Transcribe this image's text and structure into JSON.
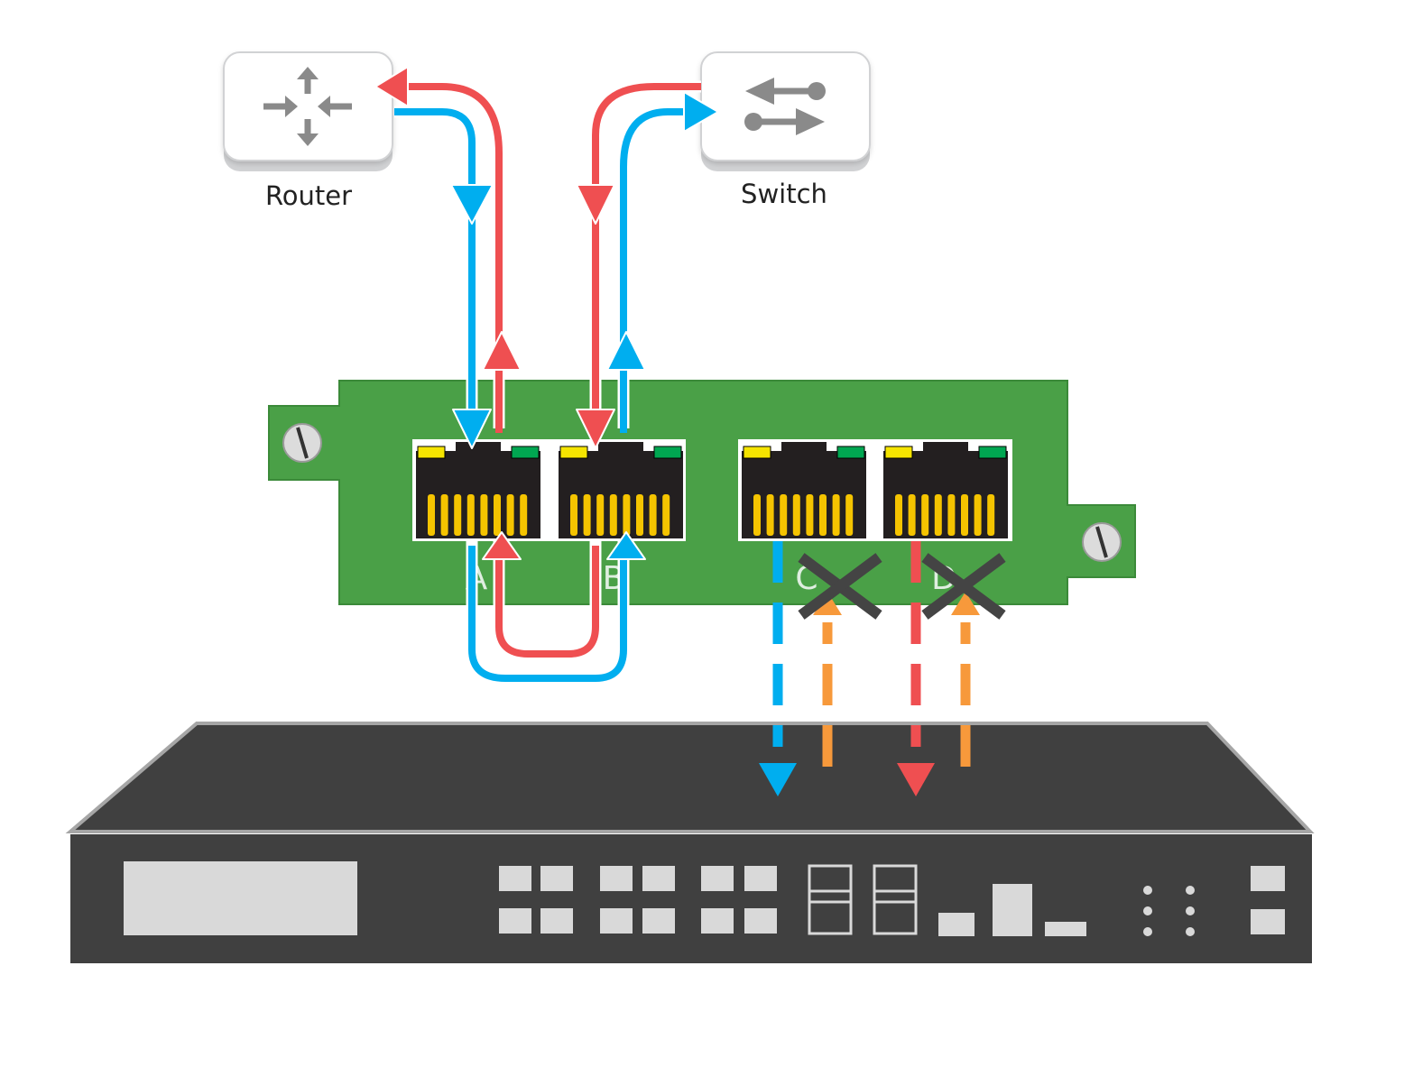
{
  "devices": {
    "router": {
      "label": "Router",
      "icon": "router-icon"
    },
    "switch": {
      "label": "Switch",
      "icon": "switch-icon"
    }
  },
  "bypass_card": {
    "ports": [
      {
        "letter": "A",
        "led_left": "#f5e400",
        "led_right": "#00a651"
      },
      {
        "letter": "B",
        "led_left": "#f5e400",
        "led_right": "#00a651"
      },
      {
        "letter": "C",
        "led_left": "#f5e400",
        "led_right": "#00a651"
      },
      {
        "letter": "D",
        "led_left": "#f5e400",
        "led_right": "#00a651"
      }
    ]
  },
  "colors": {
    "card_green": "#4aa047",
    "traffic_blue": "#00aeef",
    "traffic_red": "#ef4f51",
    "blocked_orange": "#f7993b",
    "appliance_dark": "#404040",
    "blocked_cross": "#444444"
  }
}
